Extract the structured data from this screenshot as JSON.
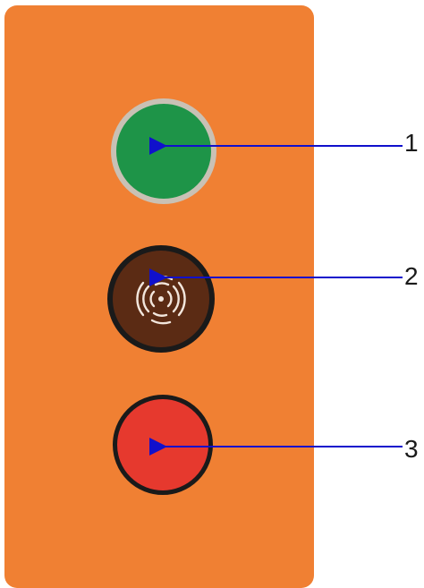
{
  "panel": {
    "color": "#f08033"
  },
  "buttons": [
    {
      "id": 1,
      "kind": "green-pushbutton",
      "color": "#1e9448",
      "ring": "#c9c1b5"
    },
    {
      "id": 2,
      "kind": "buzzer",
      "color": "#5b2b14",
      "ring": "#1a1a1a",
      "icon": "sound-waves-icon"
    },
    {
      "id": 3,
      "kind": "red-pushbutton",
      "color": "#e6392e",
      "ring": "#1a1a1a"
    }
  ],
  "callouts": {
    "one": "1",
    "two": "2",
    "three": "3",
    "arrow_color": "#1010cc"
  }
}
